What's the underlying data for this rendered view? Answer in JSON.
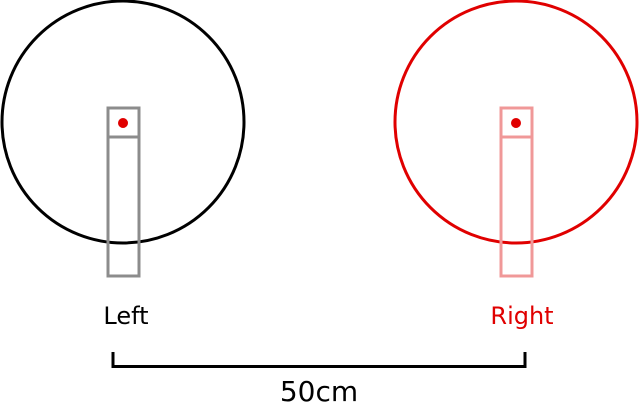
{
  "left": {
    "label": "Left",
    "circle_color": "#000000",
    "label_color": "#000000",
    "body_color": "#8c8c8c",
    "dot_color": "#e00000"
  },
  "right": {
    "label": "Right",
    "circle_color": "#e00000",
    "label_color": "#e00000",
    "body_color": "#f09898",
    "dot_color": "#e00000"
  },
  "distance": {
    "label": "50cm",
    "color": "#000000"
  }
}
